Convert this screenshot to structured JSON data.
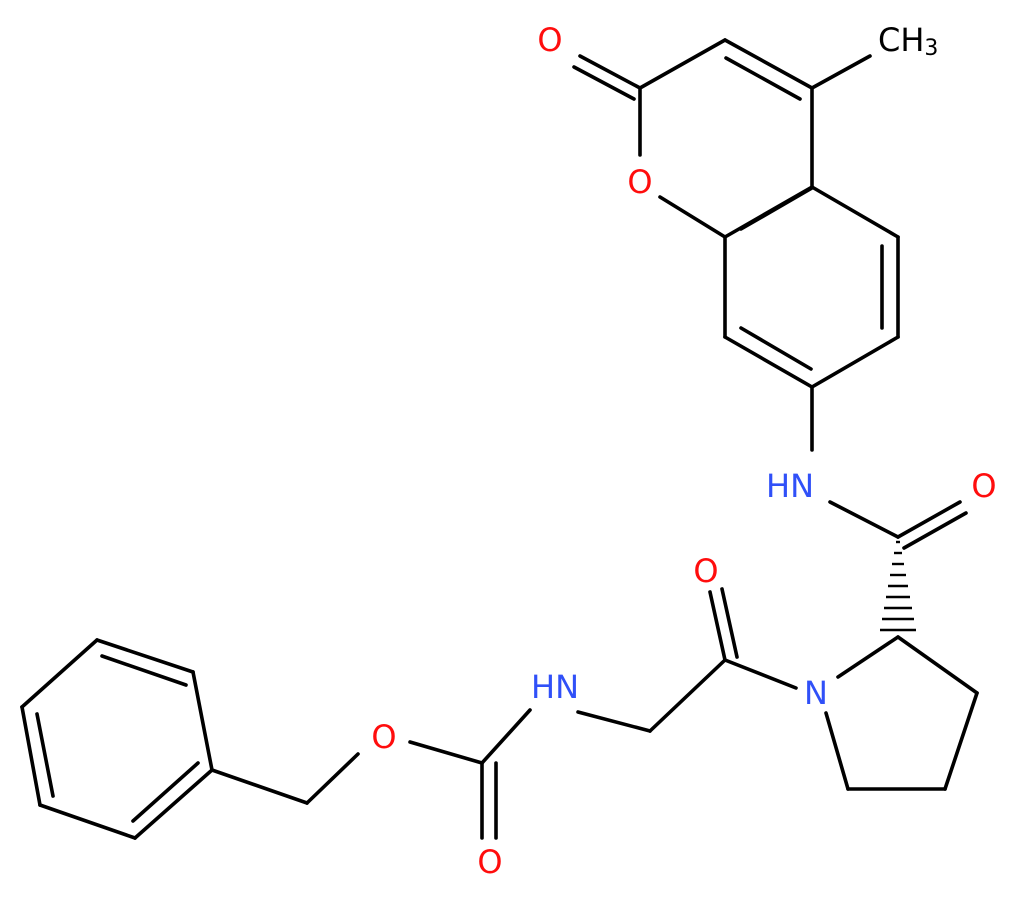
{
  "colors": {
    "bond": "#000000",
    "oxygen": "#ff0d0d",
    "nitrogen": "#3050f8",
    "carbon": "#000000"
  },
  "atoms": {
    "o_lactone_carbonyl": "O",
    "o_ring": "O",
    "methyl": "CH",
    "methyl_sub": "3",
    "nh_amide": "HN",
    "o_amide": "O",
    "o_glycyl": "O",
    "n_pyrrolidine": "N",
    "nh_carbamate": "HN",
    "o_ester": "O",
    "o_carbamate": "O"
  }
}
